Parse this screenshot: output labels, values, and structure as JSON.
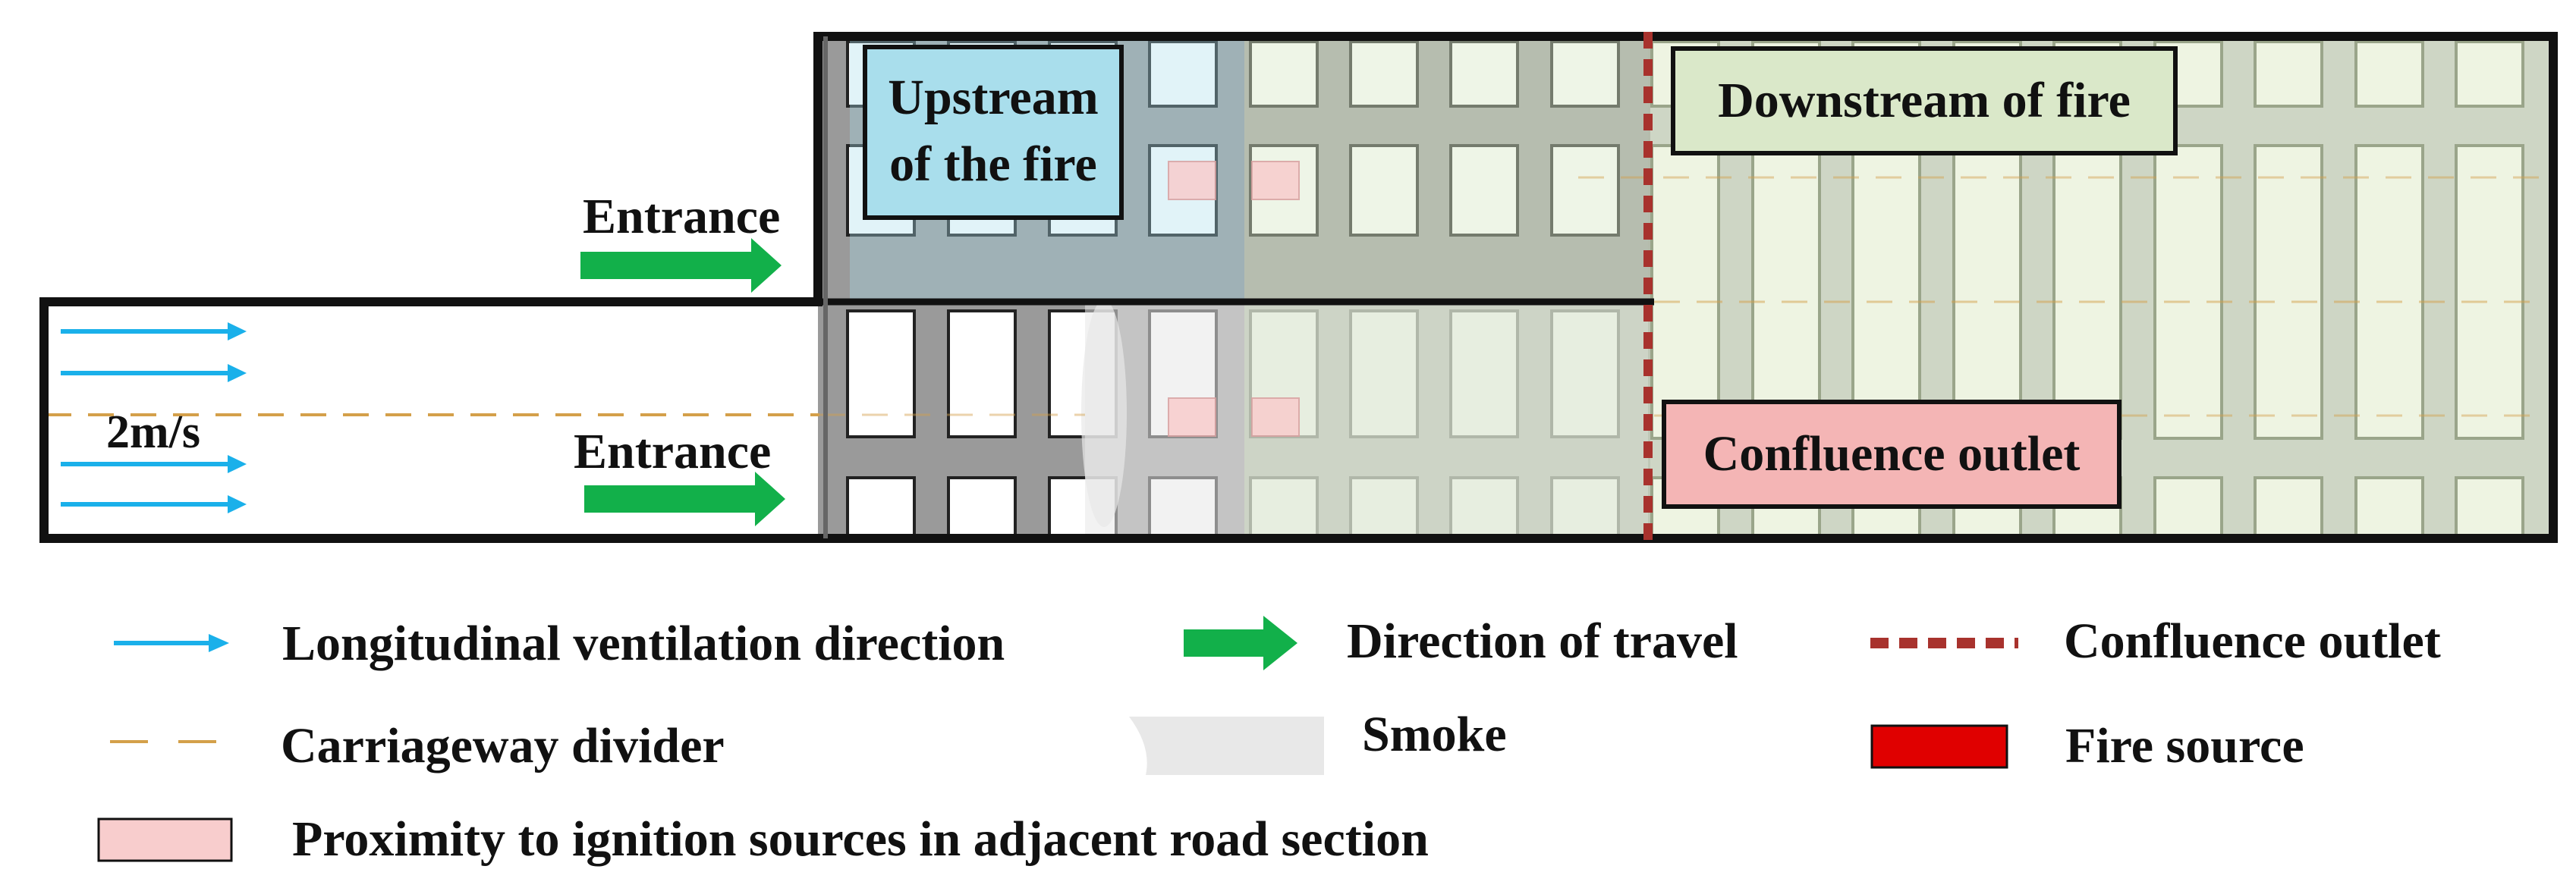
{
  "labels": {
    "upstream_line1": "Upstream",
    "upstream_line2": "of the fire",
    "downstream": "Downstream of fire",
    "confluence_box": "Confluence outlet",
    "entrance_top": "Entrance",
    "entrance_bottom": "Entrance",
    "speed": "2m/s"
  },
  "legend": {
    "ventilation": "Longitudinal ventilation direction",
    "travel": "Direction of travel",
    "outlet": "Confluence outlet",
    "divider": "Carriageway divider",
    "smoke": "Smoke",
    "fire": "Fire source",
    "proximity": "Proximity to ignition sources in adjacent road section"
  },
  "colors": {
    "ventilation_arrow": "#1ab0ea",
    "travel_arrow": "#12b04a",
    "outlet_line": "#a8322d",
    "divider_line": "#d4a04a",
    "smoke": "#e8e8e8",
    "fire": "#e00000",
    "proximity": "#f8cdcd",
    "upstream_fill": "#a9deec",
    "downstream_fill": "#dae8c9",
    "confluence_fill": "#f4b5b5",
    "structure": "#9a9a9a"
  }
}
